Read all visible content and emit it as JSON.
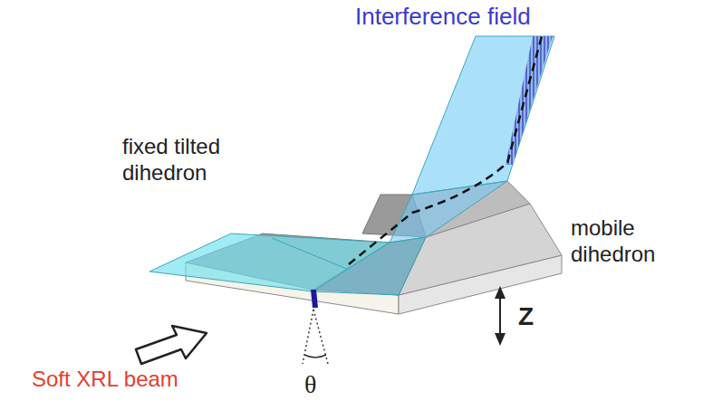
{
  "diagram": {
    "labels": [
      "Interference field",
      "fixed tilted dihedron",
      "mobile dihedron",
      "Soft XRL beam",
      "Z",
      "θ"
    ]
  }
}
